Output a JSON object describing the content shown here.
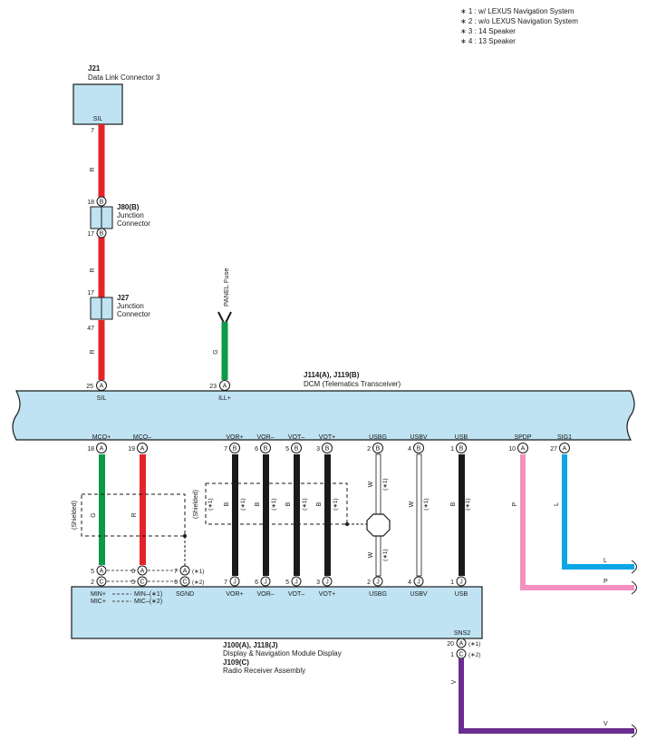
{
  "notes": [
    "∗ 1 : w/ LEXUS Navigation System",
    "∗ 2 : w/o LEXUS Navigation System",
    "∗ 3 : 14 Speaker",
    "∗ 4 : 13 Speaker"
  ],
  "j21": {
    "id": "J21",
    "name": "Data Link Connector 3",
    "terminal": "SIL",
    "pin": "7"
  },
  "j80": {
    "id": "J80(B)",
    "name1": "Junction",
    "name2": "Connector",
    "pin_top": "18",
    "pin_bottom": "17",
    "letter": "B"
  },
  "j27": {
    "id": "J27",
    "name1": "Junction",
    "name2": "Connector",
    "pin_top": "17",
    "pin_bottom": "47"
  },
  "fuse": {
    "label": "PANEL Fuse"
  },
  "wire_colors": {
    "R": "R",
    "G": "G",
    "B": "B",
    "W": "W",
    "P": "P",
    "L": "L",
    "V": "V"
  },
  "dcm": {
    "id": "J114(A), J119(B)",
    "name": "DCM (Telematics Transceiver)",
    "top_terminals": [
      {
        "pin": "25",
        "letter": "A",
        "label": "SIL"
      },
      {
        "pin": "23",
        "letter": "A",
        "label": "ILL+"
      }
    ],
    "bottom_terminals": [
      {
        "pin": "18",
        "letter": "A",
        "label": "MCO+"
      },
      {
        "pin": "19",
        "letter": "A",
        "label": "MCO–"
      },
      {
        "pin": "7",
        "letter": "B",
        "label": "VOR+"
      },
      {
        "pin": "6",
        "letter": "B",
        "label": "VOR–"
      },
      {
        "pin": "5",
        "letter": "B",
        "label": "VOT–"
      },
      {
        "pin": "3",
        "letter": "B",
        "label": "VOT+"
      },
      {
        "pin": "2",
        "letter": "B",
        "label": "USBG"
      },
      {
        "pin": "4",
        "letter": "B",
        "label": "USBV"
      },
      {
        "pin": "1",
        "letter": "B",
        "label": "USB"
      },
      {
        "pin": "10",
        "letter": "A",
        "label": "SPDP"
      },
      {
        "pin": "27",
        "letter": "A",
        "label": "SIG1"
      }
    ]
  },
  "shielded": "(Shielded)",
  "star1": "(∗1)",
  "star2": "(∗2)",
  "display": {
    "id1": "J100(A), J118(J)",
    "name1": "Display & Navigation Module Display",
    "id2": "J109(C)",
    "name2": "Radio Receiver Assembly",
    "labels": {
      "min_plus": "MIN+",
      "mic_plus": "MIC+",
      "min_minus": "MIN–(∗1)",
      "mic_minus": "MIC–(∗2)",
      "sgnd": "SGND",
      "vor_plus": "VOR+",
      "vor_minus": "VOR–",
      "vot_minus": "VOT–",
      "vot_plus": "VOT+",
      "usbg": "USBG",
      "usbv": "USBV",
      "usb": "USB",
      "sns2": "SNS2"
    },
    "pins": {
      "p5": "5",
      "p2": "2",
      "p6": "6",
      "p5b": "5",
      "p7": "7",
      "p6b": "6",
      "vor_plus": "7",
      "vor_minus": "6",
      "vot_minus": "5",
      "vot_plus": "3",
      "usbg": "2",
      "usbv": "4",
      "usb": "1",
      "sns_a": "20",
      "sns_c": "1"
    }
  },
  "colors": {
    "R": "#e3242b",
    "G": "#0c9a48",
    "B": "#1a1a1a",
    "W": "#ffffff",
    "P": "#f48fbf",
    "L": "#0aa6e6",
    "V": "#6b2d8f",
    "body": "#bfe3f2"
  }
}
